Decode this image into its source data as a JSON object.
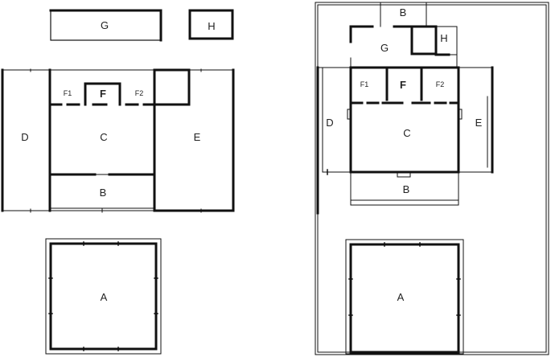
{
  "colors": {
    "wall": "#111111",
    "thin": "#666666",
    "label": "#222222",
    "background": "#ffffff"
  },
  "left_plan": {
    "G": "G",
    "H": "H",
    "D": "D",
    "F1": "F1",
    "F": "F",
    "F2": "F2",
    "C": "C",
    "E": "E",
    "B": "B",
    "A": "A"
  },
  "right_plan": {
    "B": "B",
    "G": "G",
    "H": "H",
    "F1": "F1",
    "F": "F",
    "F2": "F2",
    "D": "D",
    "C": "C",
    "E": "E",
    "B2": "B",
    "A": "A"
  }
}
